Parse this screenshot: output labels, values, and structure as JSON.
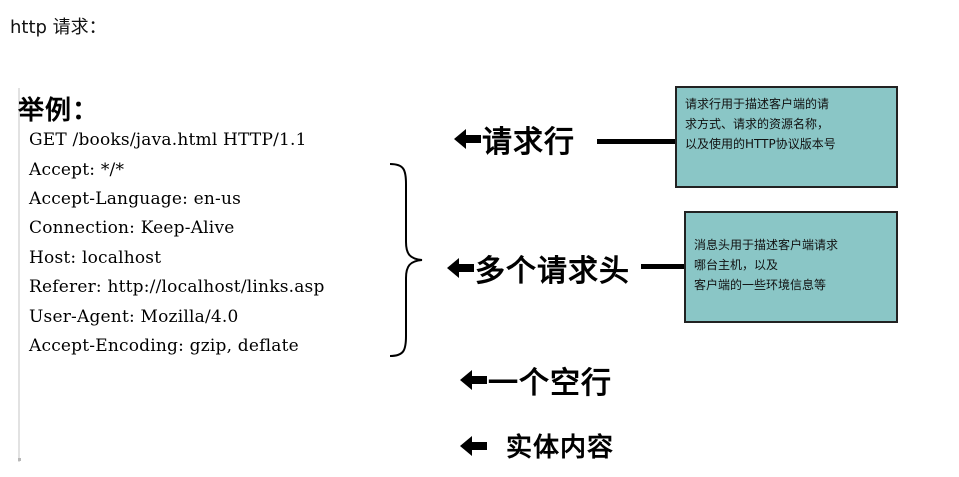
{
  "heading": "http 请求：",
  "example_title": "举例：",
  "code_lines": [
    "GET /books/java.html HTTP/1.1",
    "Accept: */*",
    "Accept-Language: en-us",
    "Connection: Keep-Alive",
    "Host: localhost",
    "Referer: http://localhost/links.asp",
    "User-Agent: Mozilla/4.0",
    "Accept-Encoding: gzip, deflate"
  ],
  "labels": {
    "request_line": "请求行",
    "request_headers": "多个请求头",
    "blank_line": "一个空行",
    "entity_body": "实体内容"
  },
  "notes": {
    "request_line": [
      "请求行用于描述客户端的请",
      "求方式、请求的资源名称，",
      "以及使用的HTTP协议版本号"
    ],
    "request_headers": [
      "消息头用于描述客户端请求",
      "哪台主机，以及",
      "客户端的一些环境信息等"
    ]
  },
  "icons": {
    "arrow": "left-arrow-icon",
    "brace": "right-brace-icon"
  },
  "colors": {
    "note_background": "#8ac6c6",
    "text": "#000000"
  }
}
